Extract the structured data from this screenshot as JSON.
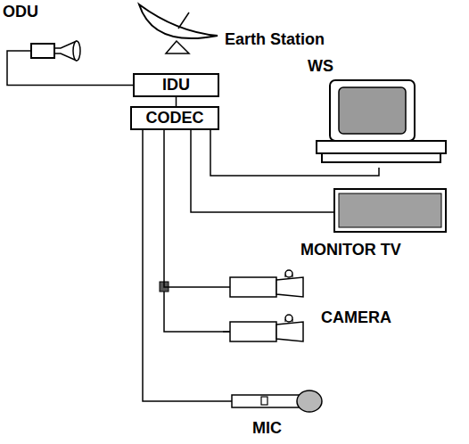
{
  "diagram": {
    "nodes": [
      {
        "text": [
          "ODU"
        ]
      },
      {
        "text": [
          "Earth Station"
        ]
      },
      {
        "text": [
          "IDU"
        ]
      },
      {
        "text": [
          "CODEC"
        ]
      },
      {
        "text": [
          "WS"
        ]
      },
      {
        "text": [
          "MONITOR TV"
        ]
      },
      {
        "text": [
          "CAMERA"
        ]
      },
      {
        "text": [
          "MIC"
        ]
      }
    ],
    "edges": [
      {
        "from": 0,
        "to": 2,
        "arrow": "none"
      },
      {
        "from": 2,
        "to": 3,
        "arrow": "none"
      },
      {
        "from": 3,
        "to": 4,
        "arrow": "none"
      },
      {
        "from": 3,
        "to": 5,
        "arrow": "none"
      },
      {
        "from": 3,
        "to": 6,
        "arrow": "none"
      },
      {
        "from": 3,
        "to": 7,
        "arrow": "none"
      }
    ]
  }
}
